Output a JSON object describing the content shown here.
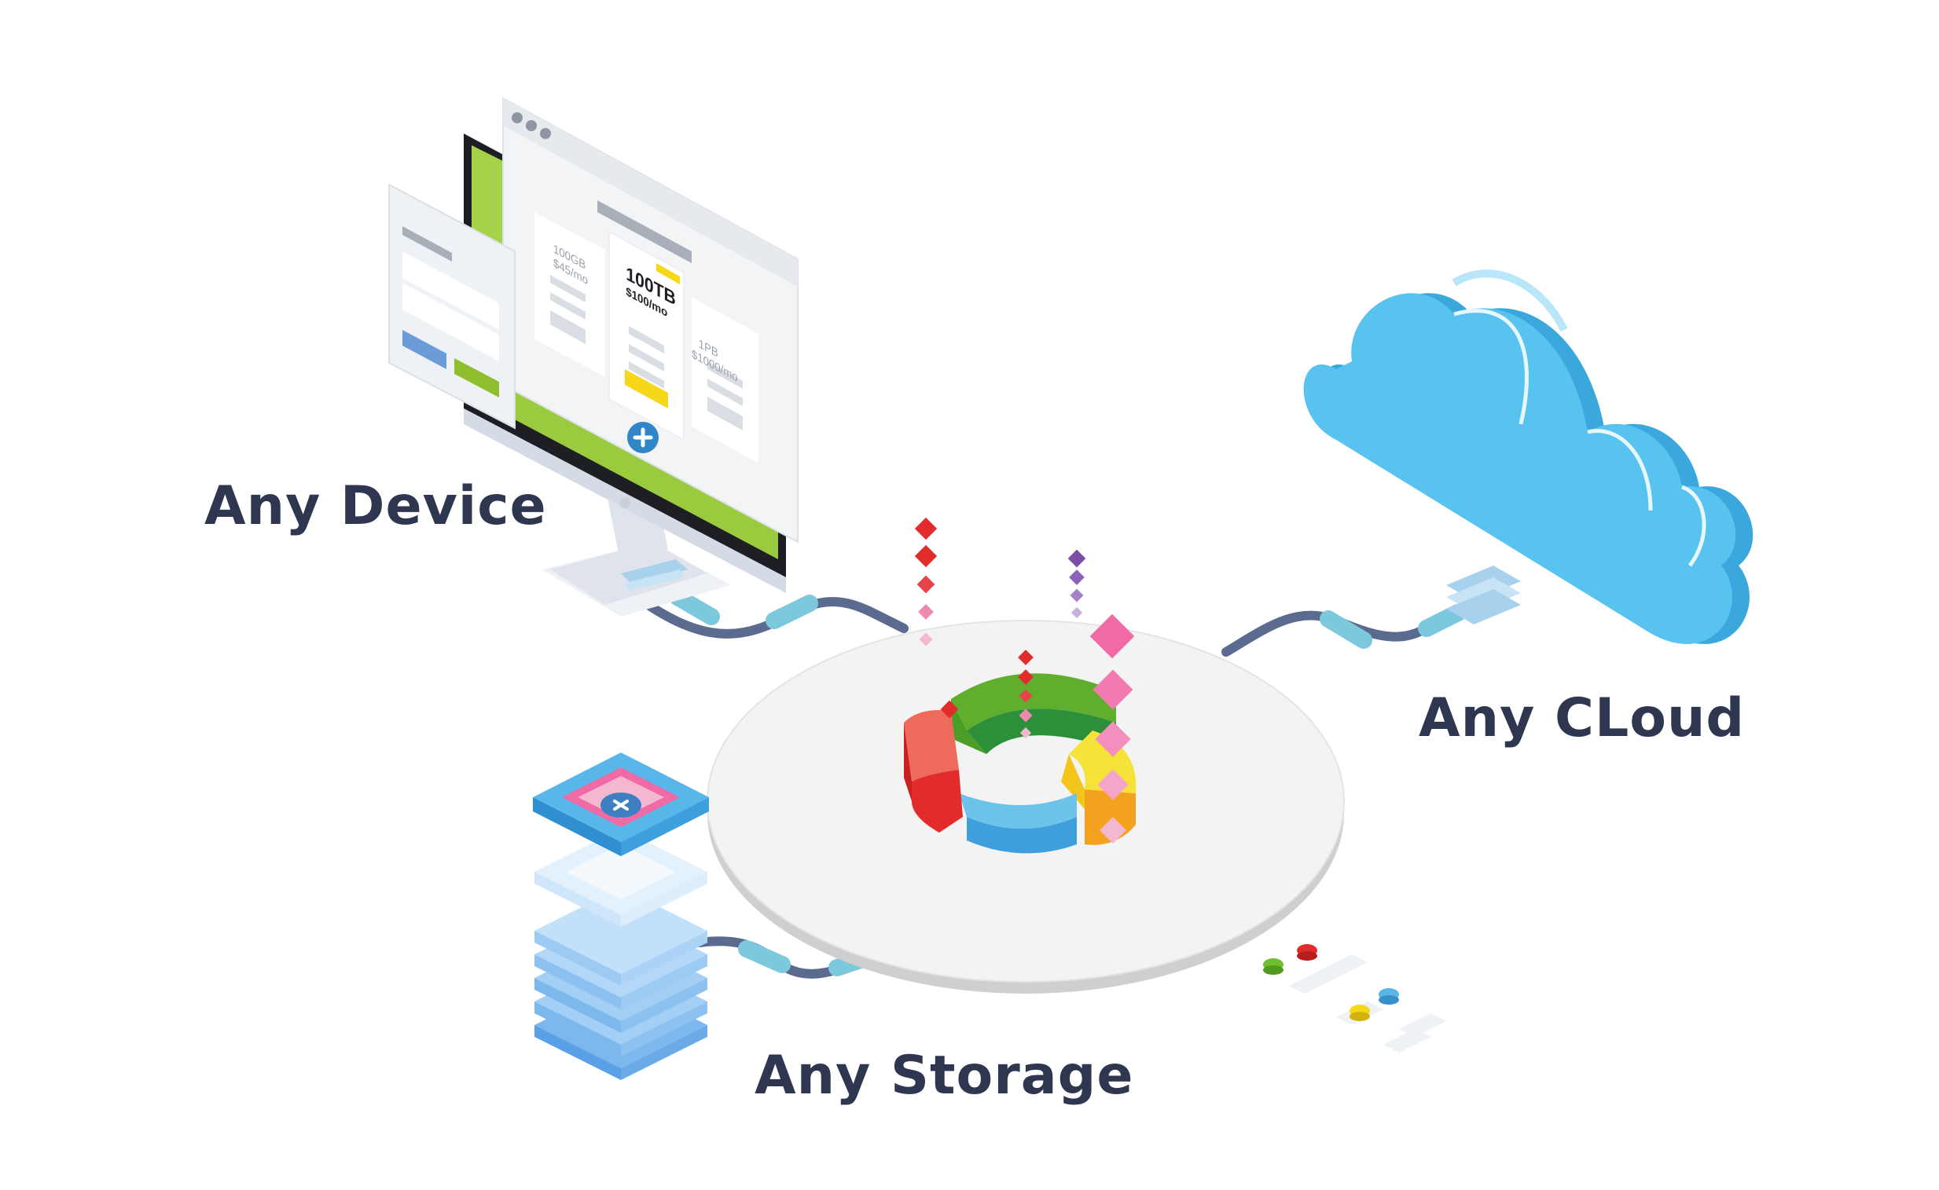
{
  "labels": {
    "device": "Any Device",
    "storage": "Any Storage",
    "cloud": "Any CLoud"
  },
  "pricing": {
    "plans": [
      {
        "size": "100GB",
        "price": "$45/mo"
      },
      {
        "size": "100TB",
        "price": "$100/mo"
      },
      {
        "size": "1PB",
        "price": "$1000/mo"
      }
    ]
  },
  "colors": {
    "text": "#2f3650",
    "cable": "#5a6b8f",
    "cable_joint": "#7cc8dd",
    "cloud": "#58c3ef",
    "platform": "#f2f2f2",
    "ring_green": "#5fae2e",
    "ring_yellow": "#f6d71a",
    "ring_orange": "#f3a21f",
    "ring_blue": "#3e9fdc",
    "ring_red": "#e22b2b"
  },
  "icons": [
    "plus-icon",
    "close-icon"
  ]
}
